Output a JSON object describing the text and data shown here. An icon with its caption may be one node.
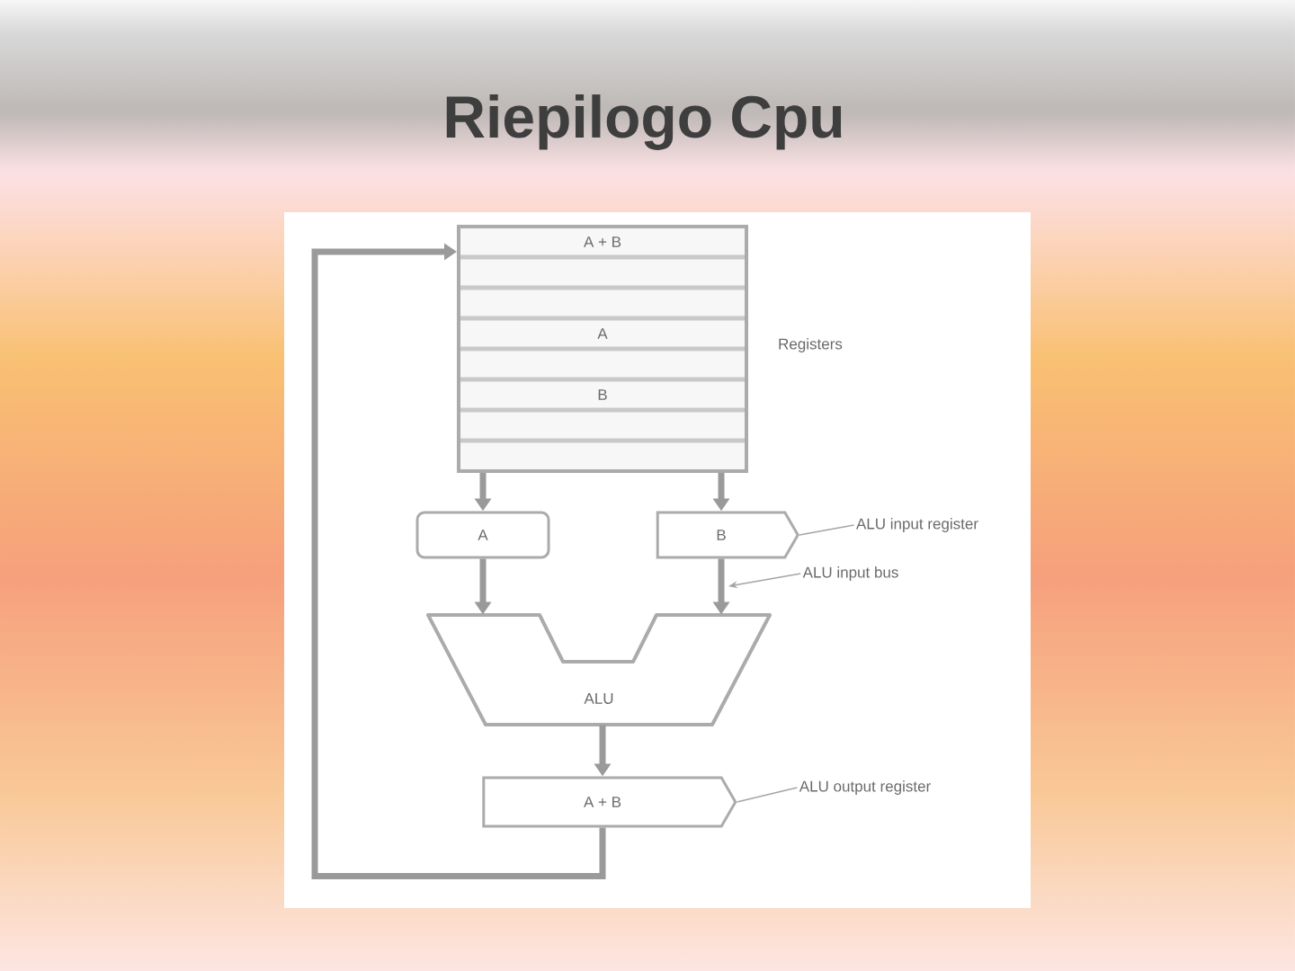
{
  "diagram": {
    "title": "Riepilogo Cpu",
    "nodes": [
      {
        "text": [
          "A + B",
          "A",
          "B"
        ],
        "beside": [
          "Registers"
        ]
      },
      {
        "text": [
          "A"
        ]
      },
      {
        "text": [
          "B"
        ]
      },
      {
        "text": [
          "ALU"
        ]
      },
      {
        "text": [
          "A + B"
        ]
      },
      {
        "text": [
          "ALU input register"
        ]
      },
      {
        "text": [
          "ALU input bus"
        ]
      },
      {
        "text": [
          "ALU output register"
        ]
      }
    ],
    "edges": [
      {
        "from": 0,
        "to": 1,
        "arrow": "to"
      },
      {
        "from": 0,
        "to": 2,
        "arrow": "to"
      },
      {
        "from": 1,
        "to": 3,
        "arrow": "to"
      },
      {
        "from": 2,
        "to": 3,
        "arrow": "to"
      },
      {
        "from": 3,
        "to": 4,
        "arrow": "to"
      },
      {
        "from": 4,
        "to": 0,
        "arrow": "to"
      },
      {
        "from": 5,
        "to": 2,
        "arrow": "none"
      },
      {
        "from": 6,
        "to": null,
        "arrow": "to"
      },
      {
        "from": 7,
        "to": 4,
        "arrow": "none"
      }
    ]
  }
}
